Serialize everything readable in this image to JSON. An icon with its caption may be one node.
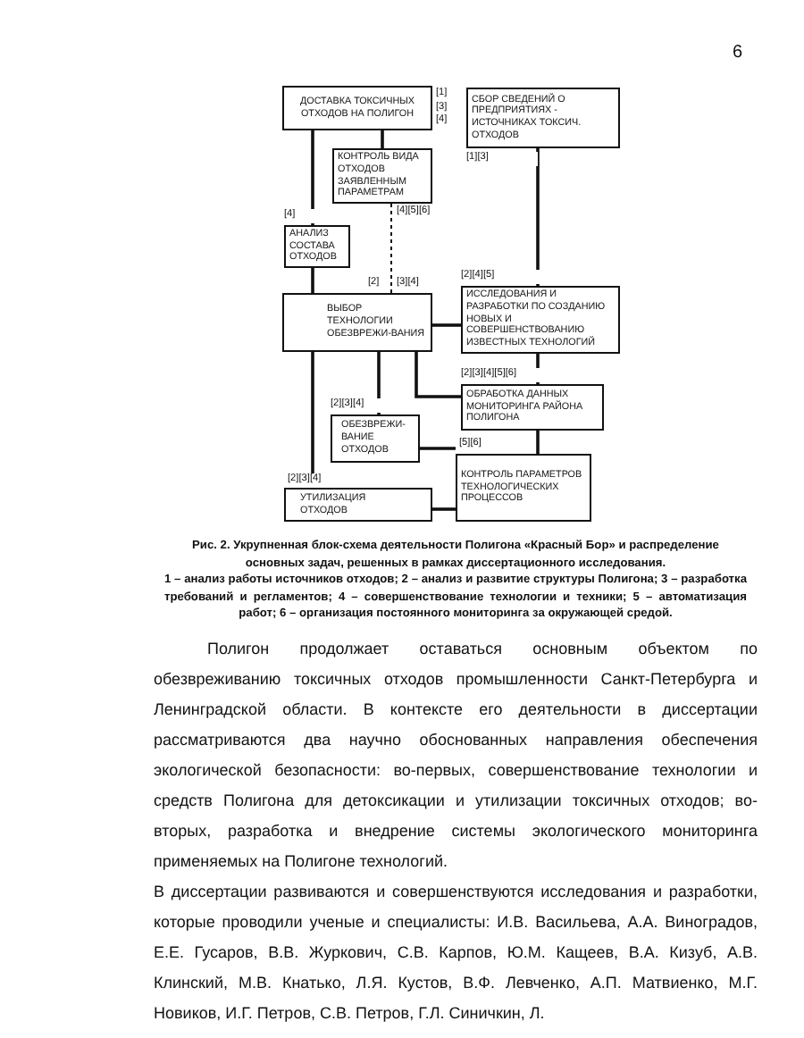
{
  "diagram": {
    "caption": "Рис. 2. Укрупненная блок-схема деятельности Полигона «Красный Бор» и распределение основных задач, решенных в рамках диссертационного исследования.",
    "nodes": [
      {
        "text": [
          "ДОСТАВКА ТОКСИЧНЫХ ОТХОДОВ НА ПОЛИГОН"
        ],
        "beside": [
          "[1] [3] [4]"
        ]
      },
      {
        "text": [
          "СБОР СВЕДЕНИЙ О ПРЕДПРИЯТИЯХ - ИСТОЧНИКАХ ТОКСИЧ. ОТХОДОВ"
        ],
        "beside": [
          "[1][3]"
        ]
      },
      {
        "text": [
          "КОНТРОЛЬ ВИДА ОТХОДОВ ЗАЯВЛЕННЫМ ПАРАМЕТРАМ"
        ],
        "beside": [
          "[4][5][6]"
        ]
      },
      {
        "text": [
          "АНАЛИЗ СОСТАВА ОТХОДОВ"
        ],
        "beside": [
          "[4]"
        ]
      },
      {
        "text": [
          "ВЫБОР ТЕХНОЛОГИИ ОБЕЗВРЕЖИ-ВАНИЯ"
        ],
        "beside": [
          "[2]",
          "[3][4]"
        ]
      },
      {
        "text": [
          "ИССЛЕДОВАНИЯ И РАЗРАБОТКИ ПО СОЗДАНИЮ НОВЫХ И СОВЕРШЕНСТВОВАНИЮ ИЗВЕСТНЫХ ТЕХНОЛОГИЙ"
        ],
        "beside": [
          "[2][4][5]"
        ]
      },
      {
        "text": [
          "ОБРАБОТКА ДАННЫХ МОНИТОРИНГА РАЙОНА ПОЛИГОНА"
        ],
        "beside": [
          "[2][3][4][5][6]"
        ]
      },
      {
        "text": [
          "ОБЕЗВРЕЖИ-ВАНИЕ ОТХОДОВ"
        ],
        "beside": [
          "[2][3][4]"
        ]
      },
      {
        "text": [
          "УТИЛИЗАЦИЯ ОТХОДОВ"
        ],
        "beside": [
          "[2][3][4]"
        ]
      },
      {
        "text": [
          "КОНТРОЛЬ ПАРАМЕТРОВ ТЕХНОЛОГИЧЕСКИХ ПРОЦЕССОВ"
        ],
        "beside": [
          "[5][6]"
        ]
      }
    ],
    "edges": [
      {
        "from": 0,
        "to": 3,
        "arrow": "none"
      },
      {
        "from": 0,
        "to": 2,
        "arrow": "none"
      },
      {
        "from": 1,
        "to": 5,
        "arrow": "none"
      },
      {
        "from": 3,
        "to": 4,
        "arrow": "none"
      },
      {
        "from": 2,
        "to": 4,
        "arrow": "none",
        "style": "dashed"
      },
      {
        "from": 4,
        "to": 5,
        "arrow": "none"
      },
      {
        "from": 5,
        "to": 6,
        "arrow": "none"
      },
      {
        "from": 4,
        "to": 6,
        "arrow": "none"
      },
      {
        "from": 4,
        "to": 7,
        "arrow": "none"
      },
      {
        "from": 4,
        "to": 8,
        "arrow": "none"
      },
      {
        "from": 6,
        "to": 9,
        "arrow": "none"
      },
      {
        "from": 7,
        "to": 9,
        "arrow": "none"
      },
      {
        "from": 8,
        "to": 9,
        "arrow": "none"
      }
    ],
    "labels": [
      "6",
      "1 – анализ работы источников отходов; 2 – анализ и развитие структуры Полигона; 3 – разработка требований и регламентов; 4 – совершенствование технологии и техники; 5 – автоматизация работ; 6 – организация постоянного мониторинга за окружающей средой.",
      "Полигон продолжает оставаться основным объектом по обезвреживанию токсичных отходов промышленности Санкт-Петербурга и Ленинградской области. В контексте его деятельности в диссертации рассматриваются два научно обоснованных направления обеспечения экологической безопасности: во-первых, совершенствование технологии и средств Полигона для детоксикации и утилизации токсичных отходов; во-вторых, разработка и внедрение системы экологического мониторинга применяемых на Полигоне технологий.",
      "В диссертации развиваются и совершенствуются исследования и разработки, которые проводили ученые и специалисты: И.В. Васильева, А.А. Виноградов, Е.Е. Гусаров, В.В. Журкович, С.В. Карпов, Ю.М. Кащеев, В.А. Кизуб, А.В. Клинский, М.В. Кнатько, Л.Я. Кустов, В.Ф. Левченко, А.П. Матвиенко, М.Г. Новиков, И.Г. Петров, С.В. Петров, Г.Л. Синичкин, Л."
    ]
  }
}
